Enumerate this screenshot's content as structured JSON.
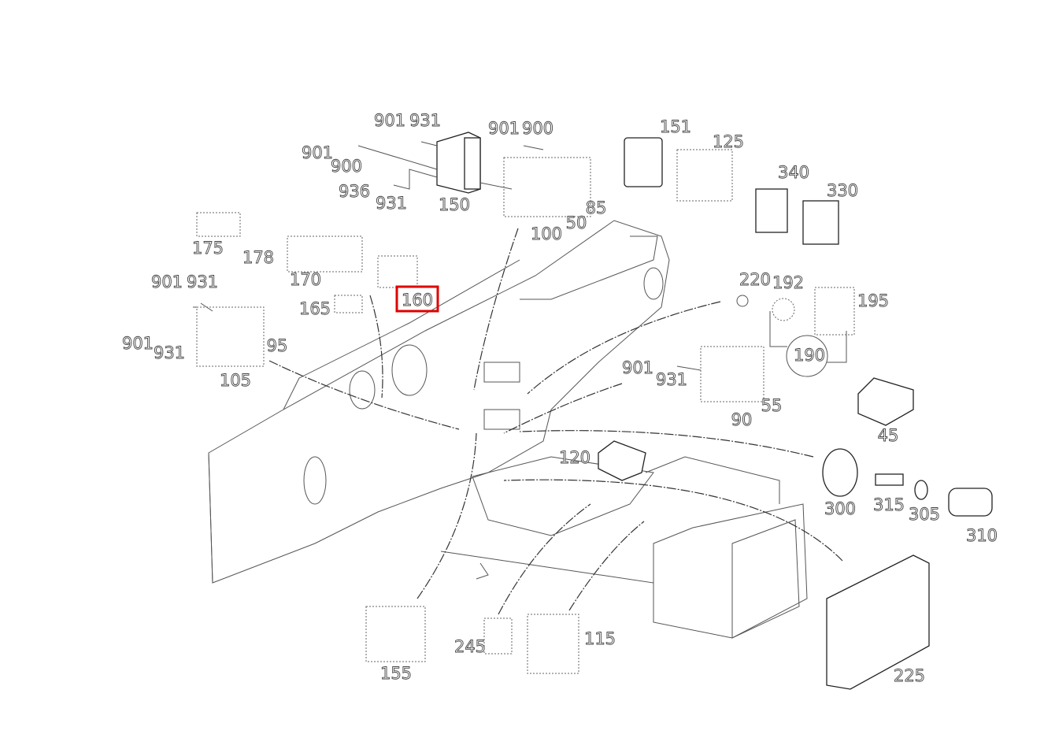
{
  "diagram": {
    "highlight_color": "#e00000",
    "highlighted_label": "160",
    "labels": [
      {
        "text": "901"
      },
      {
        "text": "931"
      },
      {
        "text": "901"
      },
      {
        "text": "900"
      },
      {
        "text": "936"
      },
      {
        "text": "931"
      },
      {
        "text": "150"
      },
      {
        "text": "901"
      },
      {
        "text": "900"
      },
      {
        "text": "100"
      },
      {
        "text": "50"
      },
      {
        "text": "85"
      },
      {
        "text": "151"
      },
      {
        "text": "125"
      },
      {
        "text": "340"
      },
      {
        "text": "330"
      },
      {
        "text": "175"
      },
      {
        "text": "178"
      },
      {
        "text": "170"
      },
      {
        "text": "165"
      },
      {
        "text": "160"
      },
      {
        "text": "901"
      },
      {
        "text": "931"
      },
      {
        "text": "901"
      },
      {
        "text": "931"
      },
      {
        "text": "95"
      },
      {
        "text": "105"
      },
      {
        "text": "220"
      },
      {
        "text": "192"
      },
      {
        "text": "195"
      },
      {
        "text": "190"
      },
      {
        "text": "901"
      },
      {
        "text": "931"
      },
      {
        "text": "55"
      },
      {
        "text": "90"
      },
      {
        "text": "45"
      },
      {
        "text": "120"
      },
      {
        "text": "300"
      },
      {
        "text": "315"
      },
      {
        "text": "305"
      },
      {
        "text": "310"
      },
      {
        "text": "225"
      },
      {
        "text": "155"
      },
      {
        "text": "245"
      },
      {
        "text": "115"
      }
    ]
  }
}
